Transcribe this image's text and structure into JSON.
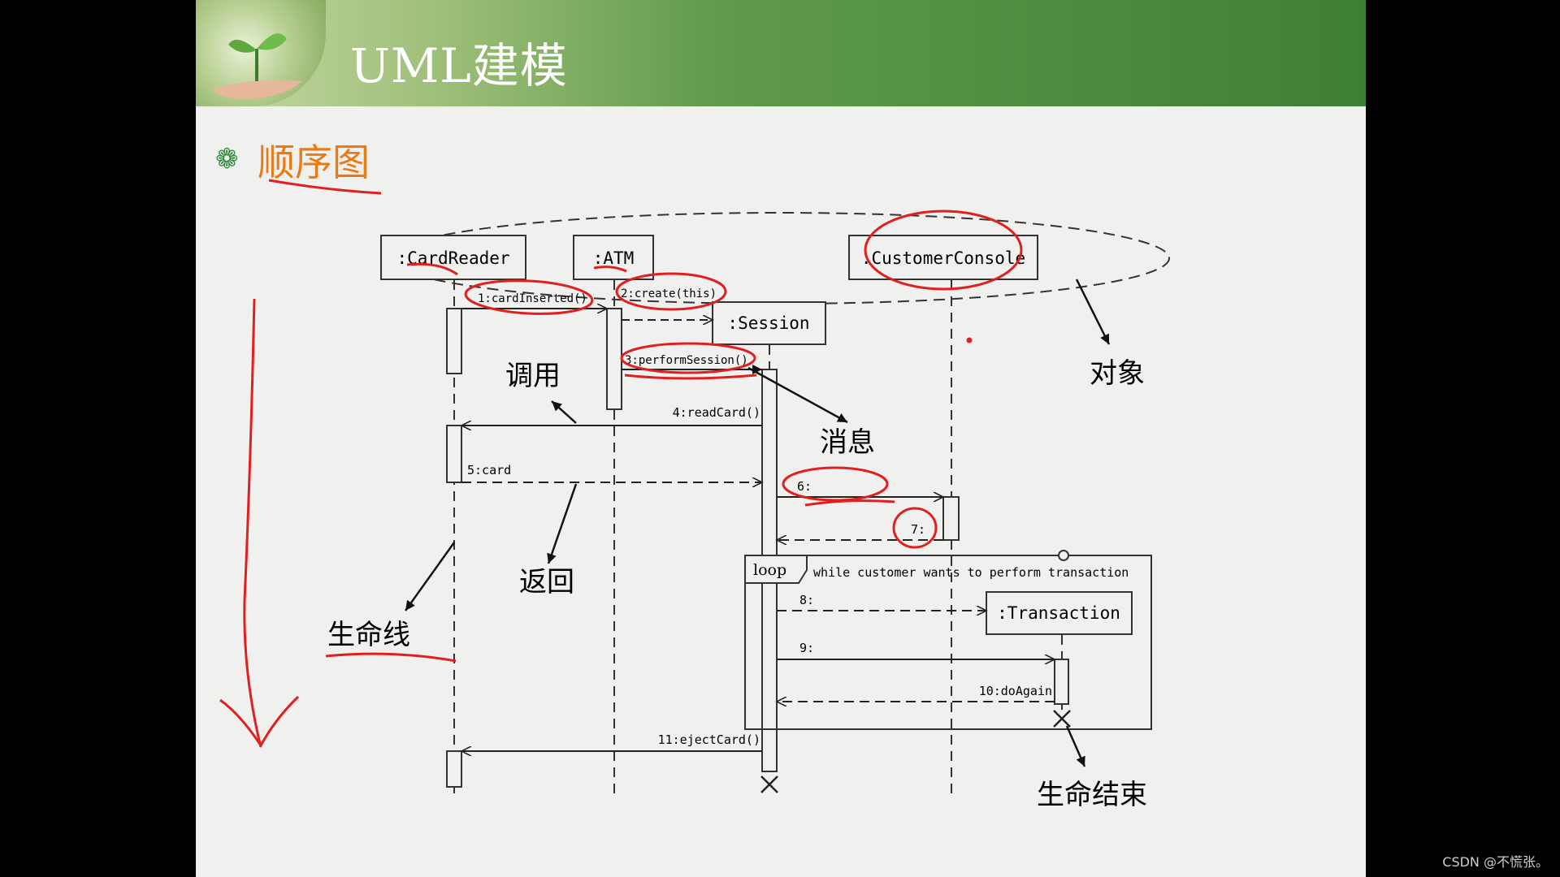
{
  "slide": {
    "title": "UML建模",
    "heading": "顺序图"
  },
  "objects": {
    "card_reader": ":CardReader",
    "atm": ":ATM",
    "customer_console": ":CustomerConsole",
    "session": ":Session",
    "transaction": ":Transaction"
  },
  "messages": {
    "m1": "1:cardInserted()",
    "m2": "2:create(this)",
    "m3": "3:performSession()",
    "m4": "4:readCard()",
    "m5": "5:card",
    "m6": "6:",
    "m7": "7:",
    "m8": "8:",
    "m9": "9:",
    "m10": "10:doAgain",
    "m11": "11:ejectCard()"
  },
  "loop": {
    "label": "loop",
    "condition": "while customer wants to perform transaction"
  },
  "annotations": {
    "call": "调用",
    "object": "对象",
    "message": "消息",
    "return": "返回",
    "lifeline": "生命线",
    "end_of_life": "生命结束"
  },
  "footer": {
    "credit": "CSDN @不慌张。"
  },
  "colors": {
    "banner_green": "#4e8c3f",
    "heading_orange": "#e87a18",
    "handwriting_red": "#e02020"
  }
}
